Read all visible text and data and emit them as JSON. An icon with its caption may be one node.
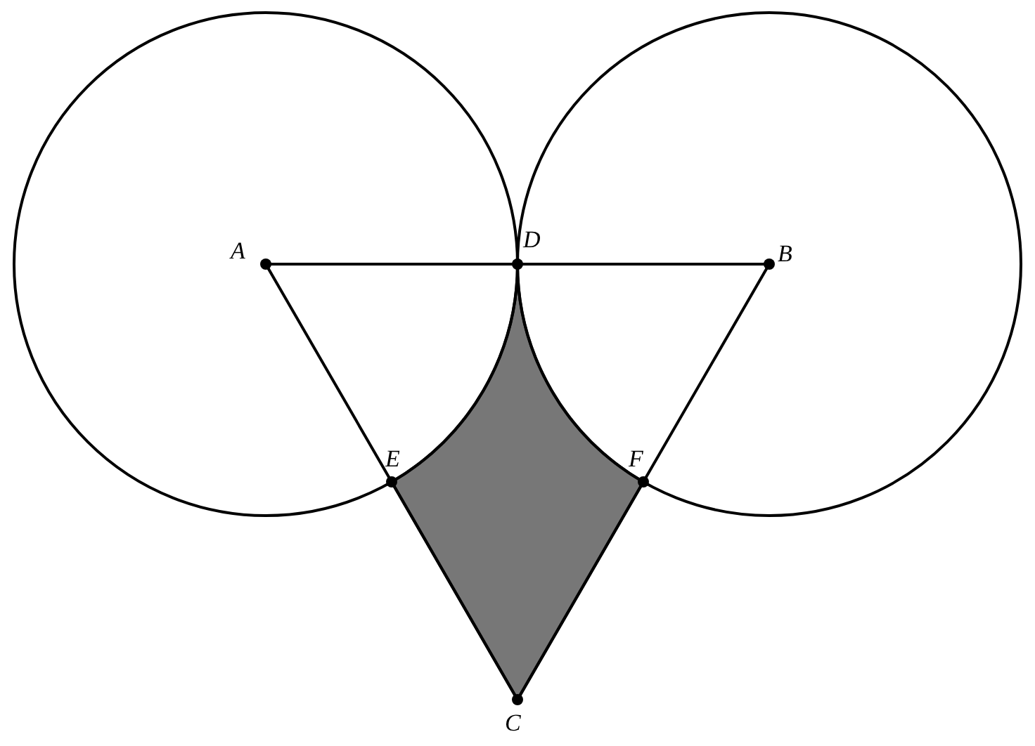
{
  "diagram": {
    "labels": [
      "A",
      "D",
      "B",
      "E",
      "F",
      "C"
    ]
  }
}
